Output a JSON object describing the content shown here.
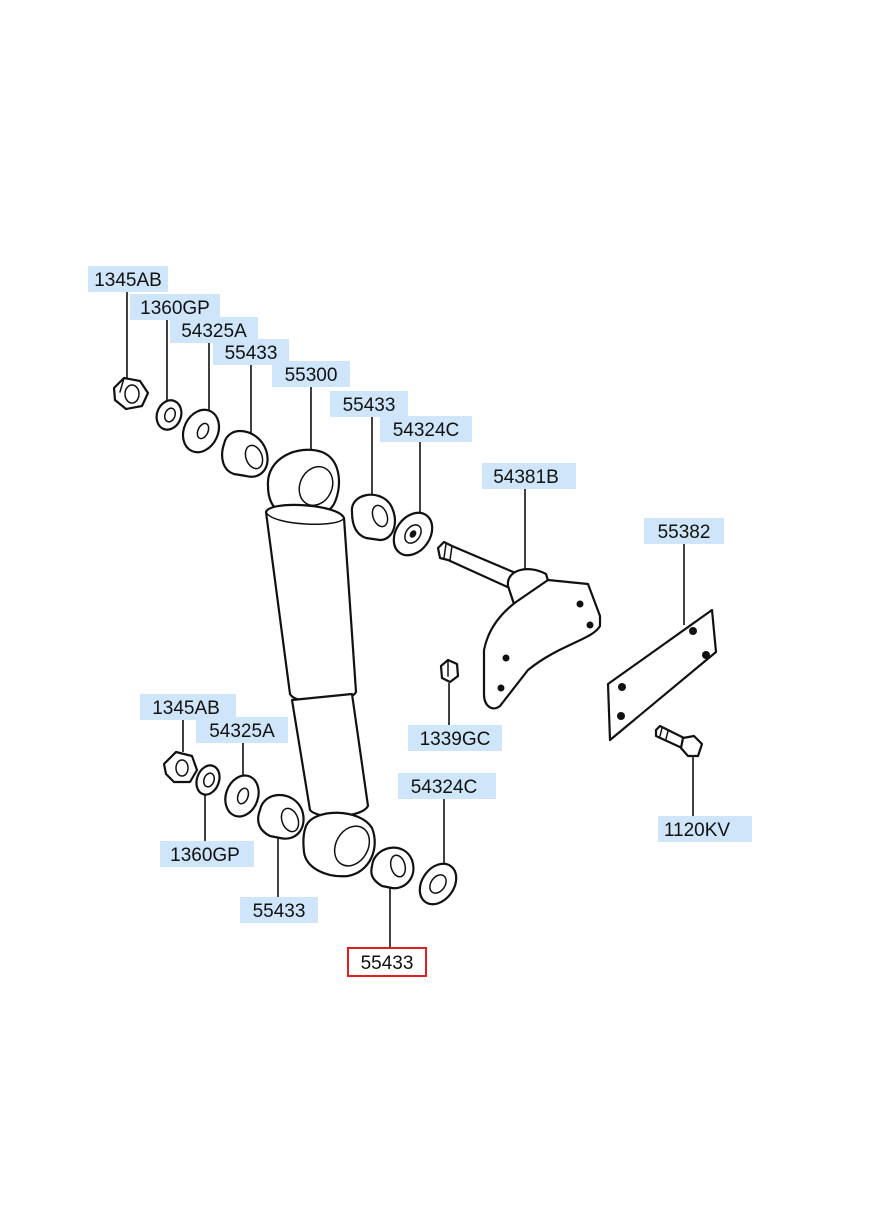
{
  "callouts": {
    "top_nut": "1345AB",
    "top_washer_small": "1360GP",
    "top_washer": "54325A",
    "top_bushing_outer": "55433",
    "shock_absorber": "55300",
    "top_bushing_inner": "55433",
    "top_retainer": "54324C",
    "bracket_pin": "54381B",
    "plate": "55382",
    "bottom_nut": "1345AB",
    "bottom_washer": "54325A",
    "mid_nut": "1339GC",
    "bottom_retainer": "54324C",
    "bolt": "1120KV",
    "bottom_washer_small": "1360GP",
    "bottom_bushing_outer": "55433",
    "bottom_bushing_inner": "55433"
  },
  "highlight_color": "#e02020",
  "label_bg_color": "#cfe6fa"
}
